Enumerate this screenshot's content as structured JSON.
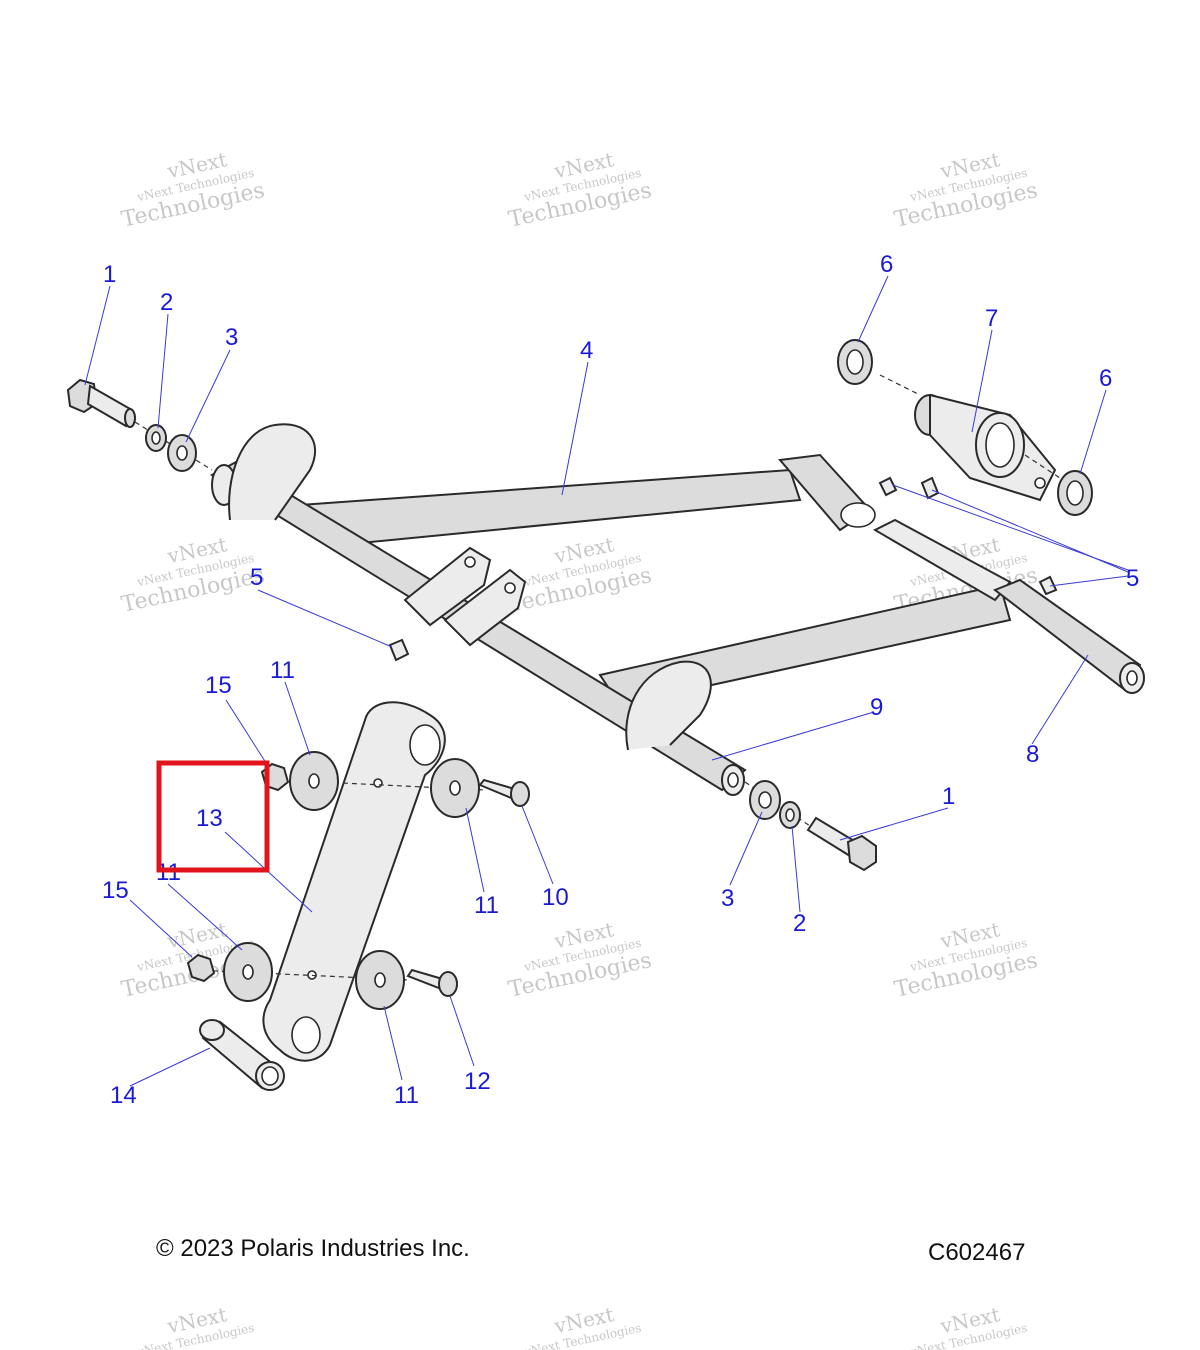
{
  "callouts": [
    "1",
    "2",
    "3",
    "4",
    "5",
    "5",
    "6",
    "6",
    "7",
    "8",
    "9",
    "10",
    "11",
    "11",
    "11",
    "11",
    "12",
    "13",
    "14",
    "15",
    "15",
    "1",
    "2",
    "3"
  ],
  "watermark": {
    "line1": "vNext",
    "line2": "vNext Technologies",
    "line3": "Technologies"
  },
  "footer": {
    "copyright": "© 2023 Polaris Industries Inc.",
    "code": "C602467"
  },
  "colors": {
    "callout": "#1a1ad6",
    "highlight": "#e0141a",
    "part_fill": "#dcdcdc"
  }
}
